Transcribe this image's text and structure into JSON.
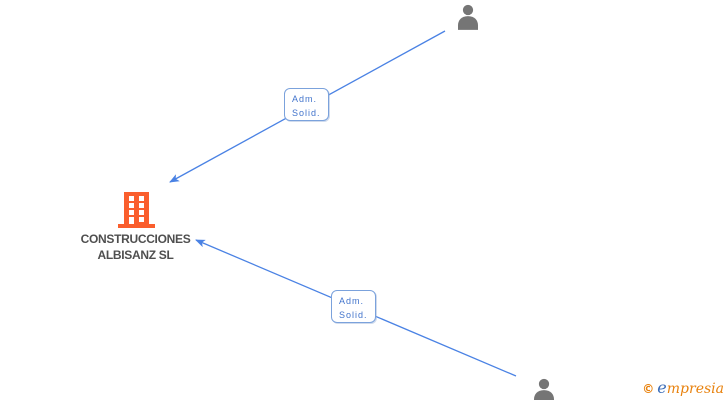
{
  "diagram": {
    "company": {
      "name_line1": "CONSTRUCCIONES",
      "name_line2": "ALBISANZ SL"
    },
    "relationships": [
      {
        "label_line1": "Adm.",
        "label_line2": "Solid.",
        "from": "person-top",
        "to": "company"
      },
      {
        "label_line1": "Adm.",
        "label_line2": "Solid.",
        "from": "person-bottom",
        "to": "company"
      }
    ],
    "icons": {
      "company": "building-icon",
      "person_top": "person-icon",
      "person_bottom": "person-icon"
    },
    "colors": {
      "edge_blue": "#4a82e4",
      "label_text_blue": "#4274cc",
      "label_border_blue": "#7ba2dc",
      "building_orange": "#fa5e2d",
      "company_text_gray": "#4f4f4f",
      "person_gray": "#757575",
      "logo_orange": "#e8820e",
      "logo_blue": "#3a6cb8"
    }
  },
  "watermark": {
    "copyright_symbol": "©",
    "brand_first_letter": "e",
    "brand_rest": "mpresia"
  }
}
